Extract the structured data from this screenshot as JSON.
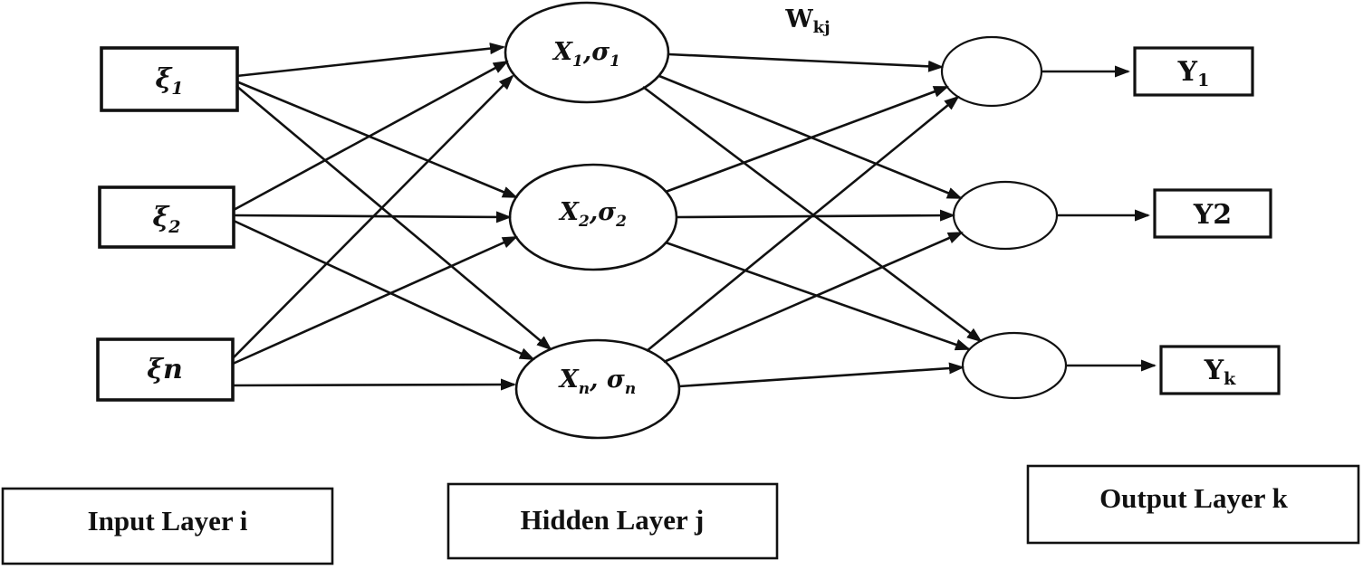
{
  "weight_label": {
    "base": "W",
    "sub": "kj"
  },
  "input_layer": {
    "caption": "Input Layer i",
    "nodes": [
      {
        "base": "ξ",
        "sub": "1"
      },
      {
        "base": "ξ",
        "sub": "2"
      },
      {
        "base": "ξn",
        "sub": ""
      }
    ]
  },
  "hidden_layer": {
    "caption": "Hidden Layer j",
    "nodes": [
      {
        "p1": "X",
        "s1": "1",
        "p2": ",σ",
        "s2": "1"
      },
      {
        "p1": "X",
        "s1": "2",
        "p2": ",σ",
        "s2": "2"
      },
      {
        "p1": "X",
        "s1": "n",
        "p2": ", σ",
        "s2": "n"
      }
    ]
  },
  "output_layer": {
    "caption": "Output Layer k",
    "nodes": [
      {
        "base": "Y",
        "sub": "1"
      },
      {
        "base": "Y2",
        "sub": ""
      },
      {
        "base": "Y",
        "sub": "k"
      }
    ]
  },
  "colors": {
    "ink": "#111111",
    "background": "#ffffff"
  }
}
